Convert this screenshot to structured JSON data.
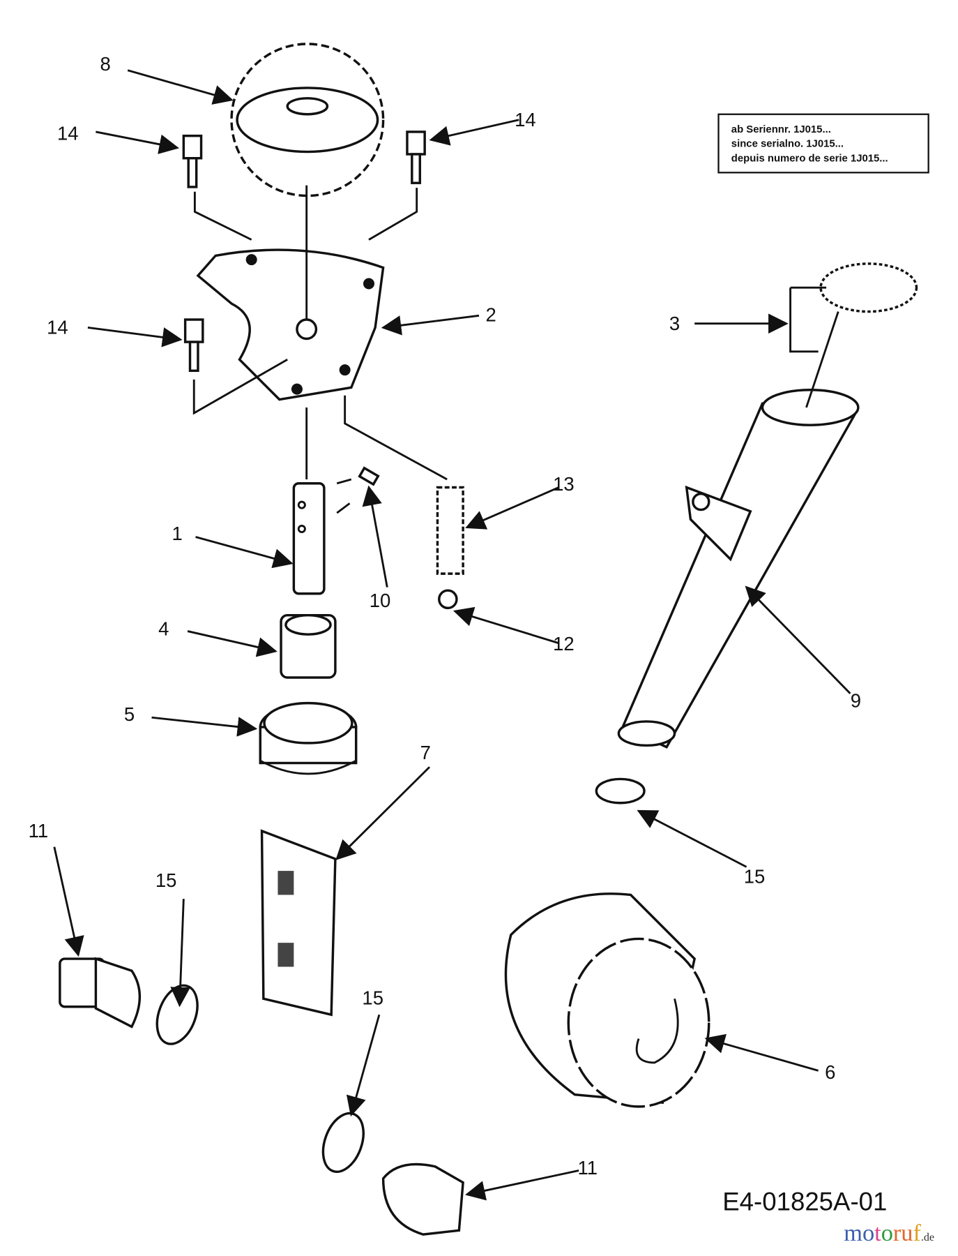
{
  "labels": [
    {
      "id": "8",
      "text": "8"
    },
    {
      "id": "14a",
      "text": "14"
    },
    {
      "id": "14b",
      "text": "14"
    },
    {
      "id": "14c",
      "text": "14"
    },
    {
      "id": "2",
      "text": "2"
    },
    {
      "id": "3",
      "text": "3"
    },
    {
      "id": "1",
      "text": "1"
    },
    {
      "id": "10",
      "text": "10"
    },
    {
      "id": "13",
      "text": "13"
    },
    {
      "id": "12",
      "text": "12"
    },
    {
      "id": "4",
      "text": "4"
    },
    {
      "id": "5",
      "text": "5"
    },
    {
      "id": "9",
      "text": "9"
    },
    {
      "id": "7",
      "text": "7"
    },
    {
      "id": "11a",
      "text": "11"
    },
    {
      "id": "15a",
      "text": "15"
    },
    {
      "id": "15b",
      "text": "15"
    },
    {
      "id": "15c",
      "text": "15"
    },
    {
      "id": "6",
      "text": "6"
    },
    {
      "id": "11b",
      "text": "11"
    }
  ],
  "note": {
    "lines": [
      "ab Seriennr. 1J015...",
      "since serialno. 1J015...",
      "depuis numero de serie 1J015..."
    ]
  },
  "drawing_code": "E4-01825A-01",
  "watermark": {
    "text": "motoruf",
    "suffix": ".de",
    "colors": [
      "#3b5fae",
      "#3b5fae",
      "#d9418a",
      "#2f9a3e",
      "#e0672a",
      "#e0672a",
      "#e0a020"
    ]
  }
}
